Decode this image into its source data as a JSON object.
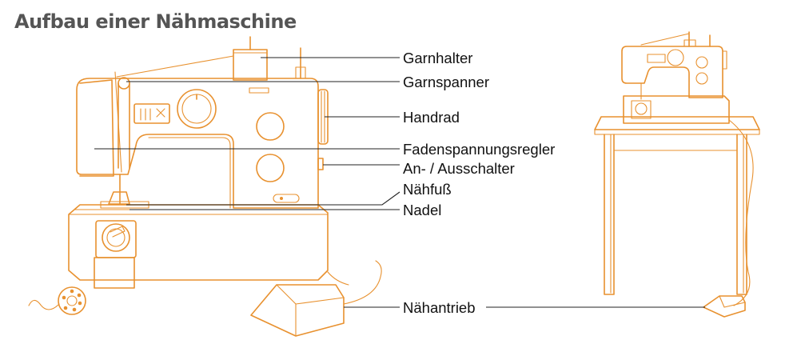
{
  "title": "Aufbau einer Nähmaschine",
  "colors": {
    "outline": "#E8912F",
    "title": "#555555",
    "label": "#111111",
    "leader": "#222222"
  },
  "labels": [
    {
      "id": "garnhalter",
      "text": "Garnhalter"
    },
    {
      "id": "garnspanner",
      "text": "Garnspanner"
    },
    {
      "id": "handrad",
      "text": "Handrad"
    },
    {
      "id": "fadenspannungsregler",
      "text": "Fadenspannungsregler"
    },
    {
      "id": "an-ausschalter",
      "text": "An- / Ausschalter"
    },
    {
      "id": "naehfuss",
      "text": "Nähfuß"
    },
    {
      "id": "nadel",
      "text": "Nadel"
    },
    {
      "id": "naehantrieb",
      "text": "Nähantrieb"
    }
  ]
}
